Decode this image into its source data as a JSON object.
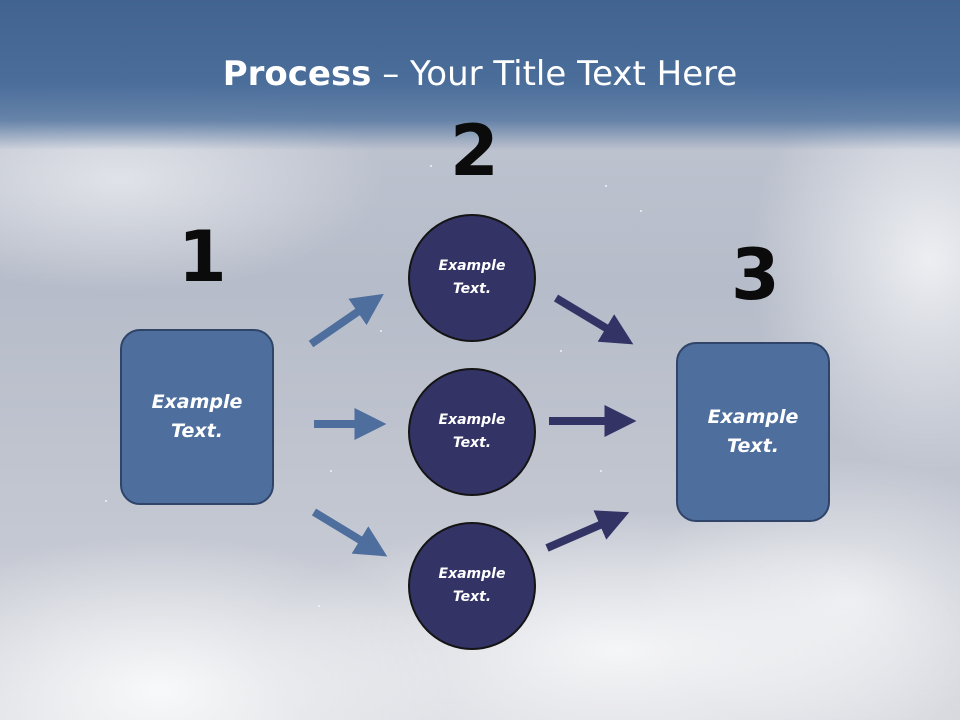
{
  "title": {
    "bold": "Process",
    "rest": " – Your Title Text Here"
  },
  "steps": {
    "one": "1",
    "two": "2",
    "three": "3"
  },
  "nodes": {
    "left_box": "Example\nText.",
    "circle_top": "Example\nText.",
    "circle_middle": "Example\nText.",
    "circle_bottom": "Example\nText.",
    "right_box": "Example\nText."
  },
  "colors": {
    "header": "#4a6d9a",
    "box_fill": "#4e6f9e",
    "circle_fill": "#333366",
    "arrow_light": "#4e6f9e",
    "arrow_dark": "#333366"
  }
}
